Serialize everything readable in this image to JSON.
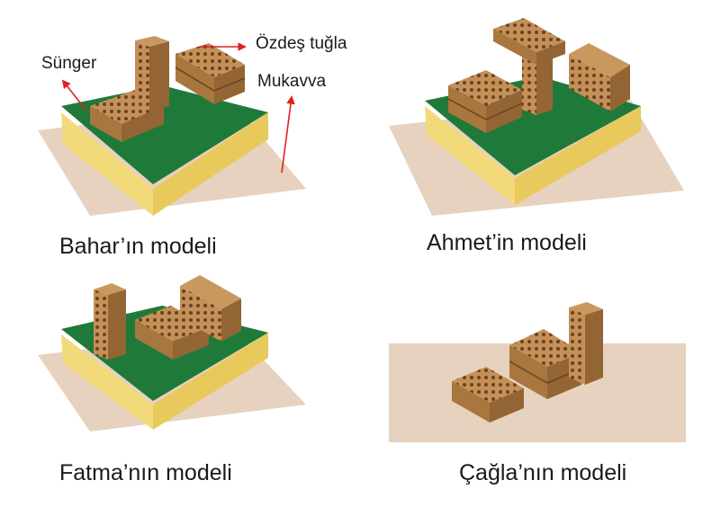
{
  "callouts": {
    "sponge": "Sünger",
    "identical_brick": "Özdeş tuğla",
    "cardboard": "Mukavva"
  },
  "models": [
    {
      "caption": "Bahar’ın modeli"
    },
    {
      "caption": "Ahmet’in modeli"
    },
    {
      "caption": "Fatma’nın modeli"
    },
    {
      "caption": "Çağla’nın modeli"
    }
  ],
  "colors": {
    "cardboard": "#e6d2be",
    "sponge": "#f2da7a",
    "scrub_pad": "#1f7a3a",
    "brick": "#b8864e",
    "arrow": "#e02020"
  }
}
